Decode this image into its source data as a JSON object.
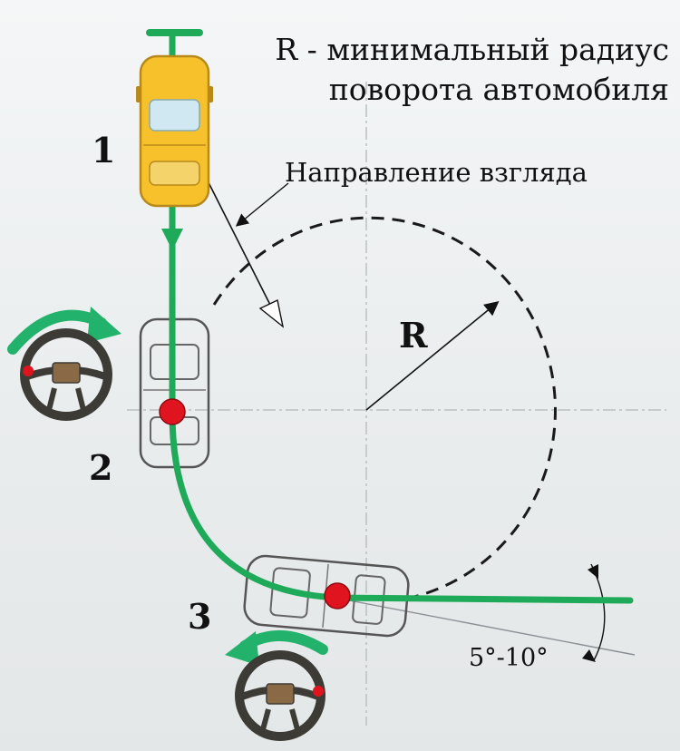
{
  "diagram": {
    "title_line1": "R - минимальный радиус",
    "title_line2": "поворота автомобиля",
    "gaze_label": "Направление взгляда",
    "radius_label": "R",
    "position_labels": [
      "1",
      "2",
      "3"
    ],
    "angle_label": "5°-10°"
  },
  "colors": {
    "path_green": "#1faa5a",
    "arrow_green": "#22b26b",
    "car_yellow": "#f6c12a",
    "contact_point": "#e0141e",
    "dashed_circle": "#1a1a1a",
    "axis_line": "#b9c0c4"
  },
  "icons": [
    "steering-wheel-icon",
    "rotation-arrow-icon",
    "car-icon",
    "contact-point-icon"
  ]
}
